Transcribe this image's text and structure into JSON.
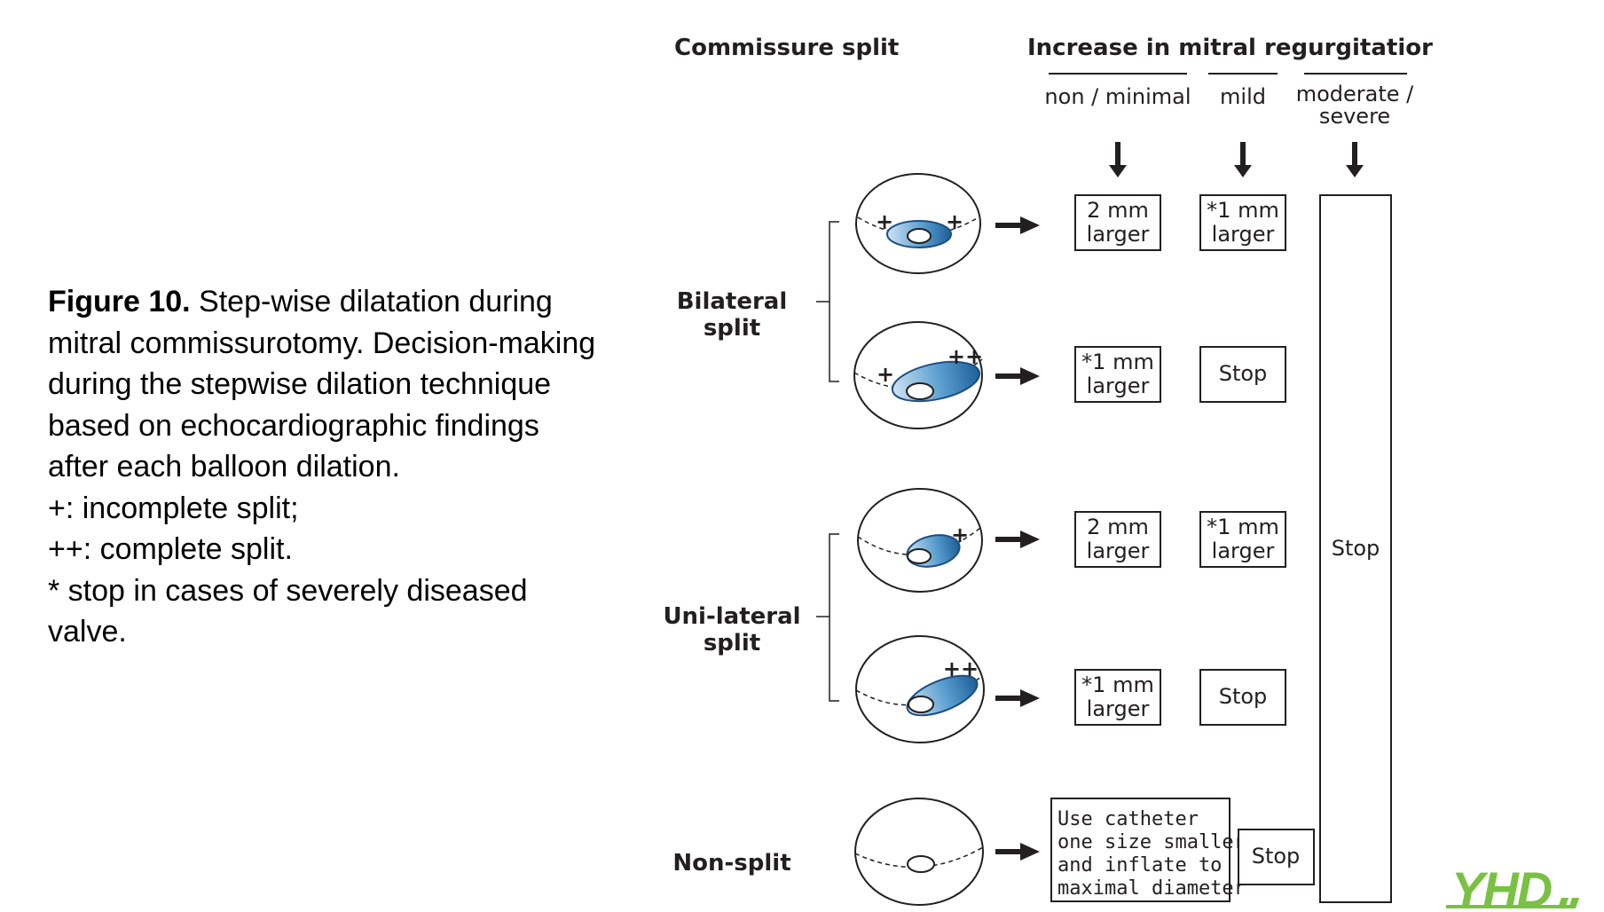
{
  "caption": {
    "title": "Figure 10.",
    "text": " Step-wise dilatation during mitral commissurotomy. Decision-making during the stepwise dilation technique based on echocardiographic findings after each balloon dilation.",
    "note_incomplete": "+: incomplete split;",
    "note_complete": "++: complete split.",
    "note_star": "* stop in cases of severely diseased valve."
  },
  "diagram": {
    "header_left": "Commissure split",
    "header_right": "Increase in mitral regurgitatior",
    "columns": {
      "non_minimal": "non / minimal",
      "mild": "mild",
      "severe_line1": "moderate /",
      "severe_line2": "severe"
    },
    "groups": {
      "bilateral_1": "Bilateral",
      "bilateral_2": "split",
      "unilateral_1": "Uni-lateral",
      "unilateral_2": "split",
      "nonsplit": "Non-split"
    },
    "boxes": {
      "two_mm_1": "2 mm",
      "larger": "larger",
      "star_one_mm": "*1 mm",
      "stop": "Stop"
    },
    "nonsplit_box": {
      "line1": "Use catheter",
      "line2": "one size smaller",
      "line3": "and inflate to",
      "line4": "maximal diameter"
    },
    "marks": {
      "plus": "+",
      "plusplus": "++"
    },
    "accent_color": "#2a7ab8"
  },
  "logo": {
    "text": "YHD"
  }
}
